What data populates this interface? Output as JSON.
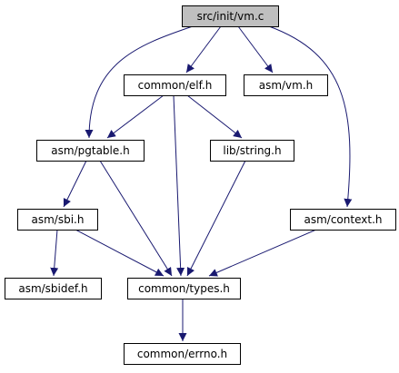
{
  "graph": {
    "nodes": [
      {
        "id": "vm_c",
        "label": "src/init/vm.c",
        "highlighted": true
      },
      {
        "id": "elf_h",
        "label": "common/elf.h"
      },
      {
        "id": "vm_h",
        "label": "asm/vm.h"
      },
      {
        "id": "pgtable_h",
        "label": "asm/pgtable.h"
      },
      {
        "id": "string_h",
        "label": "lib/string.h"
      },
      {
        "id": "sbi_h",
        "label": "asm/sbi.h"
      },
      {
        "id": "context_h",
        "label": "asm/context.h"
      },
      {
        "id": "sbidef_h",
        "label": "asm/sbidef.h"
      },
      {
        "id": "types_h",
        "label": "common/types.h"
      },
      {
        "id": "errno_h",
        "label": "common/errno.h"
      }
    ],
    "edges": [
      {
        "from": "vm_c",
        "to": "pgtable_h"
      },
      {
        "from": "vm_c",
        "to": "elf_h"
      },
      {
        "from": "vm_c",
        "to": "vm_h"
      },
      {
        "from": "vm_c",
        "to": "context_h"
      },
      {
        "from": "elf_h",
        "to": "pgtable_h"
      },
      {
        "from": "elf_h",
        "to": "types_h"
      },
      {
        "from": "elf_h",
        "to": "string_h"
      },
      {
        "from": "pgtable_h",
        "to": "sbi_h"
      },
      {
        "from": "pgtable_h",
        "to": "types_h"
      },
      {
        "from": "string_h",
        "to": "types_h"
      },
      {
        "from": "sbi_h",
        "to": "sbidef_h"
      },
      {
        "from": "sbi_h",
        "to": "types_h"
      },
      {
        "from": "context_h",
        "to": "types_h"
      },
      {
        "from": "types_h",
        "to": "errno_h"
      }
    ]
  },
  "colors": {
    "edge": "#191970",
    "node_border": "#000000",
    "node_fill": "#ffffff",
    "highlight_fill": "#bfbfbf",
    "text": "#000000"
  }
}
